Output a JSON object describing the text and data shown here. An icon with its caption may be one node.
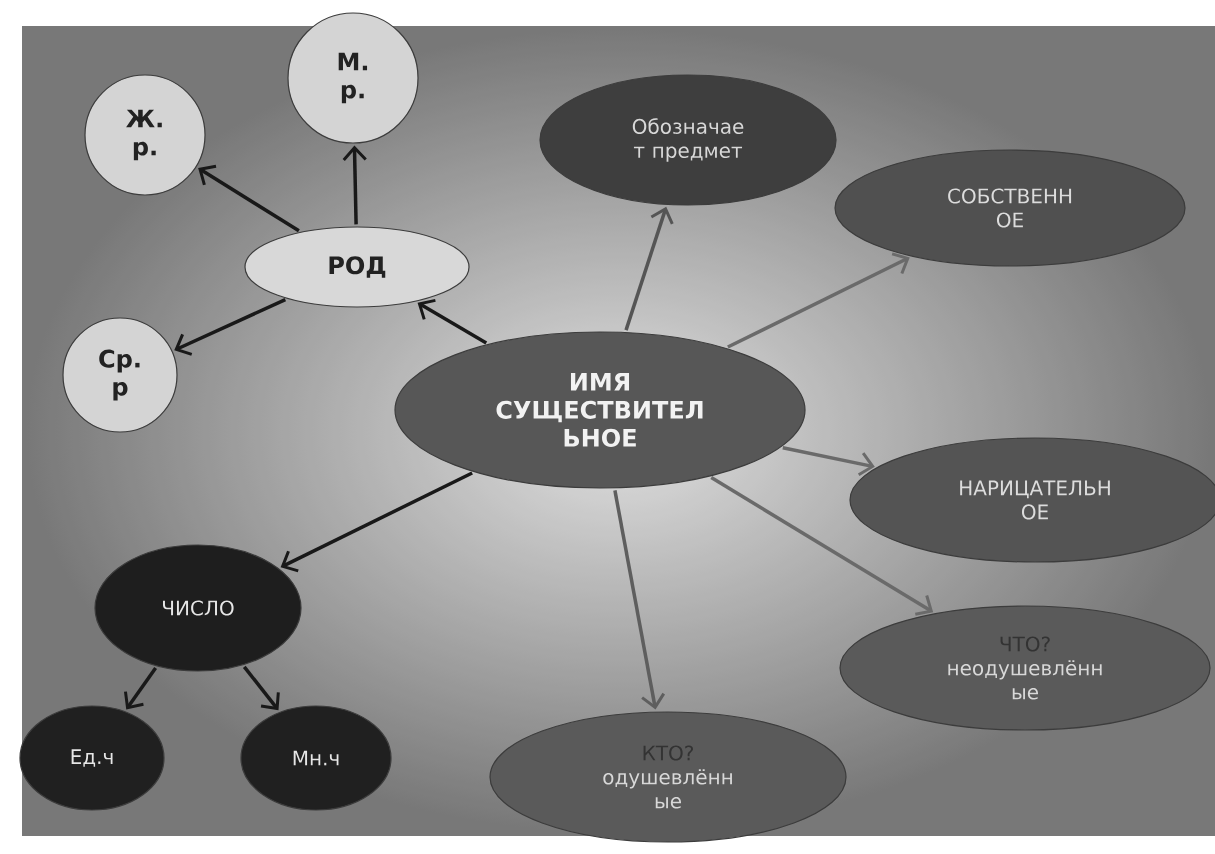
{
  "diagram": {
    "nodes": [
      {
        "text": [
          "Ж. р."
        ]
      },
      {
        "text": [
          "М. р."
        ]
      },
      {
        "text": [
          "РОД"
        ]
      },
      {
        "text": [
          "Обозначае т предмет"
        ]
      },
      {
        "text": [
          "СОБСТВЕНН ОЕ"
        ]
      },
      {
        "text": [
          "Ср. р"
        ]
      },
      {
        "text": [
          "ИМЯ СУЩЕСТВИТЕЛ ЬНОЕ"
        ]
      },
      {
        "text": [
          "НАРИЦАТЕЛЬН ОЕ"
        ]
      },
      {
        "text": [
          "ЧИСЛО"
        ]
      },
      {
        "text": [
          "ЧТО?",
          "неодушевлённ ые"
        ]
      },
      {
        "text": [
          "Ед.ч"
        ]
      },
      {
        "text": [
          "Мн.ч"
        ]
      },
      {
        "text": [
          "КТО?",
          "одушевлённ ые"
        ]
      }
    ],
    "edges": [
      {
        "from": 6,
        "to": 2,
        "arrow": "to"
      },
      {
        "from": 2,
        "to": 0,
        "arrow": "to"
      },
      {
        "from": 2,
        "to": 1,
        "arrow": "to"
      },
      {
        "from": 2,
        "to": 5,
        "arrow": "to"
      },
      {
        "from": 6,
        "to": 3,
        "arrow": "to",
        "color": "#555555"
      },
      {
        "from": 6,
        "to": 4,
        "arrow": "to",
        "color": "#6a6a6a"
      },
      {
        "from": 6,
        "to": 7,
        "arrow": "to",
        "color": "#6a6a6a"
      },
      {
        "from": 6,
        "to": 9,
        "arrow": "to",
        "color": "#6a6a6a"
      },
      {
        "from": 6,
        "to": 12,
        "arrow": "to",
        "color": "#5e5e5e"
      },
      {
        "from": 6,
        "to": 8,
        "arrow": "to"
      },
      {
        "from": 8,
        "to": 10,
        "arrow": "to"
      },
      {
        "from": 8,
        "to": 11,
        "arrow": "to"
      }
    ]
  }
}
